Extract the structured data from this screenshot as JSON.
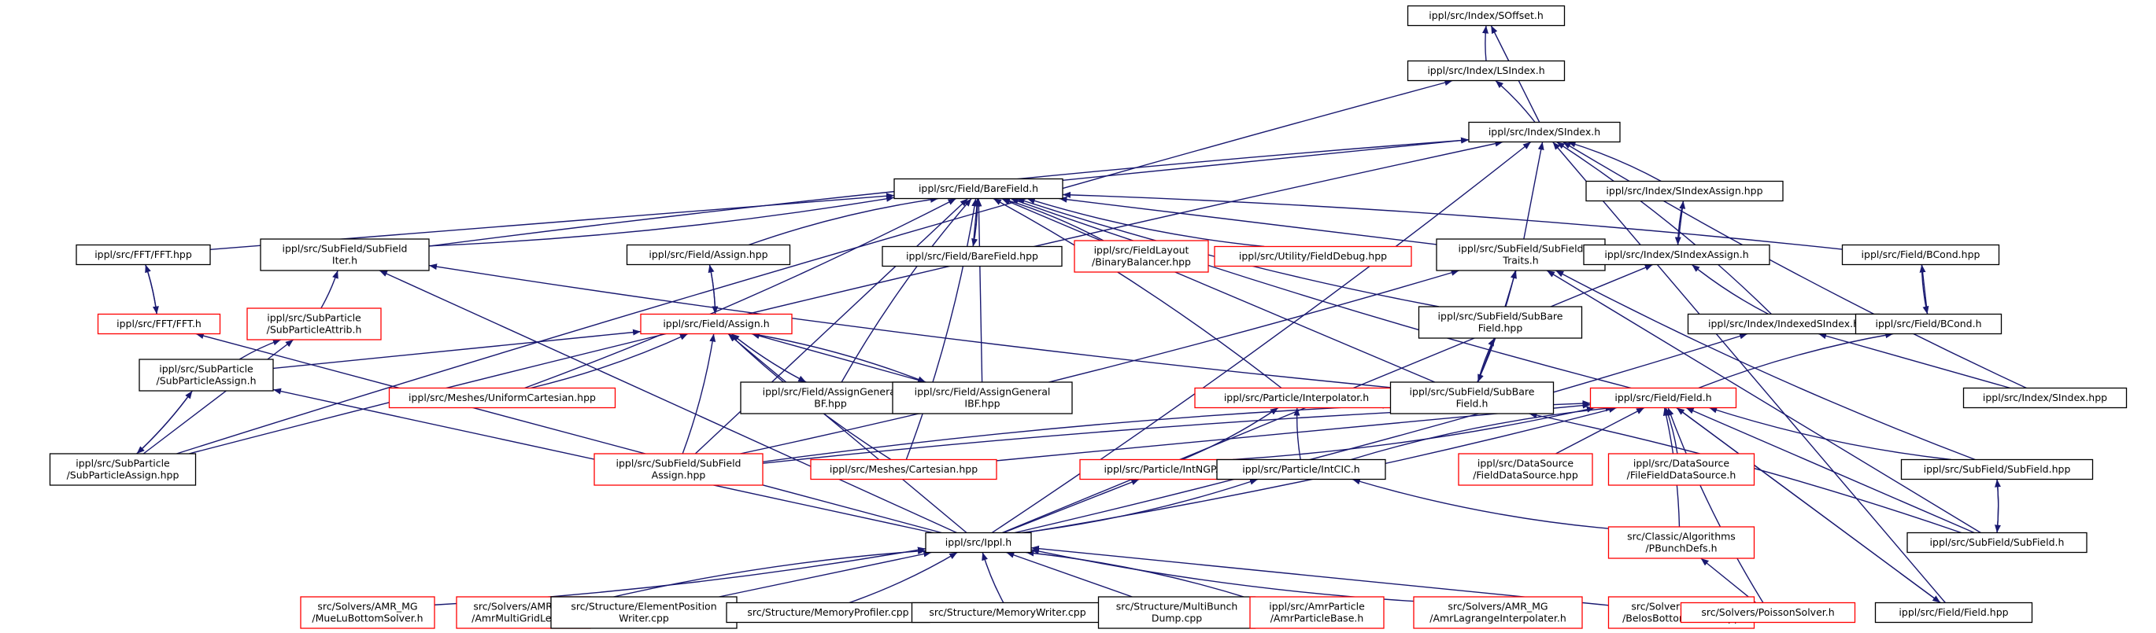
{
  "colors": {
    "edge": "#191970",
    "border_normal": "#000000",
    "border_missing": "#ff0000",
    "focus_fill": "#bfbfbf",
    "node_fill": "#ffffff"
  },
  "nodes": [
    {
      "id": "soffset",
      "lines": [
        "ippl/src/Index/SOffset.h"
      ],
      "status": "focus"
    },
    {
      "id": "lsindex",
      "lines": [
        "ippl/src/Index/LSIndex.h"
      ],
      "status": "normal"
    },
    {
      "id": "sindex",
      "lines": [
        "ippl/src/Index/SIndex.h"
      ],
      "status": "normal"
    },
    {
      "id": "barefield",
      "lines": [
        "ippl/src/Field/BareField.h"
      ],
      "status": "normal"
    },
    {
      "id": "sindexassign_hpp",
      "lines": [
        "ippl/src/Index/SIndexAssign.hpp"
      ],
      "status": "normal"
    },
    {
      "id": "fft_hpp",
      "lines": [
        "ippl/src/FFT/FFT.hpp"
      ],
      "status": "normal"
    },
    {
      "id": "subfielditer",
      "lines": [
        "ippl/src/SubField/SubField",
        "Iter.h"
      ],
      "status": "normal"
    },
    {
      "id": "assign_hpp",
      "lines": [
        "ippl/src/Field/Assign.hpp"
      ],
      "status": "normal"
    },
    {
      "id": "barefield_hpp",
      "lines": [
        "ippl/src/Field/BareField.hpp"
      ],
      "status": "normal"
    },
    {
      "id": "binarybalancer",
      "lines": [
        "ippl/src/FieldLayout",
        "/BinaryBalancer.hpp"
      ],
      "status": "missing"
    },
    {
      "id": "fielddebug",
      "lines": [
        "ippl/src/Utility/FieldDebug.hpp"
      ],
      "status": "missing"
    },
    {
      "id": "subfieldtraits",
      "lines": [
        "ippl/src/SubField/SubField",
        "Traits.h"
      ],
      "status": "normal"
    },
    {
      "id": "sindexassign_h",
      "lines": [
        "ippl/src/Index/SIndexAssign.h"
      ],
      "status": "normal"
    },
    {
      "id": "bcond_hpp",
      "lines": [
        "ippl/src/Field/BCond.hpp"
      ],
      "status": "normal"
    },
    {
      "id": "fft_h",
      "lines": [
        "ippl/src/FFT/FFT.h"
      ],
      "status": "missing"
    },
    {
      "id": "subparticleattrib",
      "lines": [
        "ippl/src/SubParticle",
        "/SubParticleAttrib.h"
      ],
      "status": "missing"
    },
    {
      "id": "assign_h",
      "lines": [
        "ippl/src/Field/Assign.h"
      ],
      "status": "missing"
    },
    {
      "id": "subbarefield_hpp",
      "lines": [
        "ippl/src/SubField/SubBare",
        "Field.hpp"
      ],
      "status": "normal"
    },
    {
      "id": "indexedsindex",
      "lines": [
        "ippl/src/Index/IndexedSIndex.h"
      ],
      "status": "normal"
    },
    {
      "id": "bcond_h",
      "lines": [
        "ippl/src/Field/BCond.h"
      ],
      "status": "normal"
    },
    {
      "id": "subparticleassign_h",
      "lines": [
        "ippl/src/SubParticle",
        "/SubParticleAssign.h"
      ],
      "status": "normal"
    },
    {
      "id": "uniformcartesian",
      "lines": [
        "ippl/src/Meshes/UniformCartesian.hpp"
      ],
      "status": "missing"
    },
    {
      "id": "assigngeneralbf",
      "lines": [
        "ippl/src/Field/AssignGeneral",
        "BF.hpp"
      ],
      "status": "normal"
    },
    {
      "id": "assigngeneralibf",
      "lines": [
        "ippl/src/Field/AssignGeneral",
        "IBF.hpp"
      ],
      "status": "normal"
    },
    {
      "id": "interpolator",
      "lines": [
        "ippl/src/Particle/Interpolator.h"
      ],
      "status": "missing"
    },
    {
      "id": "subbarefield_h",
      "lines": [
        "ippl/src/SubField/SubBare",
        "Field.h"
      ],
      "status": "normal"
    },
    {
      "id": "field_h",
      "lines": [
        "ippl/src/Field/Field.h"
      ],
      "status": "missing"
    },
    {
      "id": "sindex_hpp",
      "lines": [
        "ippl/src/Index/SIndex.hpp"
      ],
      "status": "normal"
    },
    {
      "id": "subparticleassign_hpp",
      "lines": [
        "ippl/src/SubParticle",
        "/SubParticleAssign.hpp"
      ],
      "status": "normal"
    },
    {
      "id": "subfieldassign",
      "lines": [
        "ippl/src/SubField/SubField",
        "Assign.hpp"
      ],
      "status": "missing"
    },
    {
      "id": "cartesian",
      "lines": [
        "ippl/src/Meshes/Cartesian.hpp"
      ],
      "status": "missing"
    },
    {
      "id": "intngp",
      "lines": [
        "ippl/src/Particle/IntNGP.h"
      ],
      "status": "missing"
    },
    {
      "id": "intcic",
      "lines": [
        "ippl/src/Particle/IntCIC.h"
      ],
      "status": "normal"
    },
    {
      "id": "fielddatasource",
      "lines": [
        "ippl/src/DataSource",
        "/FieldDataSource.hpp"
      ],
      "status": "missing"
    },
    {
      "id": "filefielddatasource",
      "lines": [
        "ippl/src/DataSource",
        "/FileFieldDataSource.h"
      ],
      "status": "missing"
    },
    {
      "id": "subfield_hpp",
      "lines": [
        "ippl/src/SubField/SubField.hpp"
      ],
      "status": "normal"
    },
    {
      "id": "ippl_h",
      "lines": [
        "ippl/src/Ippl.h"
      ],
      "status": "normal"
    },
    {
      "id": "pbunchdefs",
      "lines": [
        "src/Classic/Algorithms",
        "/PBunchDefs.h"
      ],
      "status": "missing"
    },
    {
      "id": "subfield_h",
      "lines": [
        "ippl/src/SubField/SubField.h"
      ],
      "status": "normal"
    },
    {
      "id": "mlbottomsolver",
      "lines": [
        "src/Solvers/AMR_MG",
        "/MueLuBottomSolver.h"
      ],
      "status": "missing"
    },
    {
      "id": "amrmultigridlevel",
      "lines": [
        "src/Solvers/AMR_MG",
        "/AmrMultiGridLevel.h"
      ],
      "status": "missing"
    },
    {
      "id": "elementposwriter",
      "lines": [
        "src/Structure/ElementPosition",
        "Writer.cpp"
      ],
      "status": "normal"
    },
    {
      "id": "memoryprofiler",
      "lines": [
        "src/Structure/MemoryProfiler.cpp"
      ],
      "status": "normal"
    },
    {
      "id": "memorywriter",
      "lines": [
        "src/Structure/MemoryWriter.cpp"
      ],
      "status": "normal"
    },
    {
      "id": "multibunchdump",
      "lines": [
        "src/Structure/MultiBunch",
        "Dump.cpp"
      ],
      "status": "normal"
    },
    {
      "id": "amrparticlebase",
      "lines": [
        "ippl/src/AmrParticle",
        "/AmrParticleBase.h"
      ],
      "status": "missing"
    },
    {
      "id": "amrlagrange",
      "lines": [
        "src/Solvers/AMR_MG",
        "/AmrLagrangeInterpolater.h"
      ],
      "status": "missing"
    },
    {
      "id": "belosbottomsolver",
      "lines": [
        "src/Solvers/AMR_MG",
        "/BelosBottomSolver.hpp"
      ],
      "status": "missing"
    },
    {
      "id": "poissonsolver",
      "lines": [
        "src/Solvers/PoissonSolver.h"
      ],
      "status": "missing"
    },
    {
      "id": "field_hpp",
      "lines": [
        "ippl/src/Field/Field.hpp"
      ],
      "status": "normal"
    }
  ],
  "edges": [
    {
      "from": "soffset",
      "to": "lsindex"
    },
    {
      "from": "soffset",
      "to": "sindex"
    },
    {
      "from": "lsindex",
      "to": "sindex"
    },
    {
      "from": "lsindex",
      "to": "subparticleassign_hpp"
    },
    {
      "from": "sindex",
      "to": "barefield"
    },
    {
      "from": "sindex",
      "to": "sindexassign_hpp"
    },
    {
      "from": "sindex",
      "to": "subfielditer"
    },
    {
      "from": "sindex",
      "to": "subfieldtraits"
    },
    {
      "from": "sindex",
      "to": "indexedsindex"
    },
    {
      "from": "sindex",
      "to": "sindex_hpp"
    },
    {
      "from": "sindex",
      "to": "field_hpp"
    },
    {
      "from": "sindex",
      "to": "ippl_h"
    },
    {
      "from": "sindex",
      "to": "subparticleassign_hpp"
    },
    {
      "from": "barefield",
      "to": "fft_hpp"
    },
    {
      "from": "barefield",
      "to": "subfielditer"
    },
    {
      "from": "barefield",
      "to": "assign_hpp"
    },
    {
      "from": "barefield",
      "to": "barefield_hpp"
    },
    {
      "from": "barefield",
      "to": "binarybalancer"
    },
    {
      "from": "barefield",
      "to": "fielddebug"
    },
    {
      "from": "barefield",
      "to": "subfieldtraits"
    },
    {
      "from": "barefield",
      "to": "bcond_hpp"
    },
    {
      "from": "barefield",
      "to": "subbarefield_hpp"
    },
    {
      "from": "barefield",
      "to": "subbarefield_h"
    },
    {
      "from": "barefield",
      "to": "uniformcartesian"
    },
    {
      "from": "barefield",
      "to": "assigngeneralbf"
    },
    {
      "from": "barefield",
      "to": "assigngeneralibf"
    },
    {
      "from": "barefield",
      "to": "interpolator"
    },
    {
      "from": "barefield",
      "to": "field_h"
    },
    {
      "from": "barefield",
      "to": "subfieldassign"
    },
    {
      "from": "barefield",
      "to": "cartesian"
    },
    {
      "from": "barefield_hpp",
      "to": "barefield"
    },
    {
      "from": "sindexassign_hpp",
      "to": "sindexassign_h"
    },
    {
      "from": "sindexassign_h",
      "to": "sindexassign_hpp"
    },
    {
      "from": "sindexassign_h",
      "to": "indexedsindex"
    },
    {
      "from": "sindexassign_h",
      "to": "ippl_h"
    },
    {
      "from": "fft_hpp",
      "to": "fft_h"
    },
    {
      "from": "fft_h",
      "to": "fft_hpp"
    },
    {
      "from": "fft_h",
      "to": "ippl_h"
    },
    {
      "from": "subfielditer",
      "to": "subparticleattrib"
    },
    {
      "from": "subfielditer",
      "to": "subbarefield_h"
    },
    {
      "from": "subfielditer",
      "to": "ippl_h"
    },
    {
      "from": "assign_hpp",
      "to": "assign_h"
    },
    {
      "from": "assign_h",
      "to": "assign_hpp"
    },
    {
      "from": "assign_h",
      "to": "subparticleassign_h"
    },
    {
      "from": "assign_h",
      "to": "uniformcartesian"
    },
    {
      "from": "assign_h",
      "to": "assigngeneralbf"
    },
    {
      "from": "assign_h",
      "to": "assigngeneralibf"
    },
    {
      "from": "assign_h",
      "to": "subfieldassign"
    },
    {
      "from": "assign_h",
      "to": "cartesian"
    },
    {
      "from": "assign_h",
      "to": "ippl_h"
    },
    {
      "from": "assigngeneralbf",
      "to": "assign_h"
    },
    {
      "from": "assigngeneralibf",
      "to": "assign_h"
    },
    {
      "from": "subfieldtraits",
      "to": "subbarefield_hpp"
    },
    {
      "from": "subfieldtraits",
      "to": "subbarefield_h"
    },
    {
      "from": "subfieldtraits",
      "to": "subfield_hpp"
    },
    {
      "from": "subfieldtraits",
      "to": "subfield_h"
    },
    {
      "from": "subfieldtraits",
      "to": "subfieldassign"
    },
    {
      "from": "subbarefield_hpp",
      "to": "subbarefield_h"
    },
    {
      "from": "subbarefield_h",
      "to": "subbarefield_hpp"
    },
    {
      "from": "subbarefield_h",
      "to": "subfield_h"
    },
    {
      "from": "subbarefield_h",
      "to": "subfieldassign"
    },
    {
      "from": "bcond_hpp",
      "to": "bcond_h"
    },
    {
      "from": "bcond_h",
      "to": "bcond_hpp"
    },
    {
      "from": "bcond_h",
      "to": "field_h"
    },
    {
      "from": "indexedsindex",
      "to": "sindex_hpp"
    },
    {
      "from": "indexedsindex",
      "to": "ippl_h"
    },
    {
      "from": "subparticleattrib",
      "to": "subparticleassign_h"
    },
    {
      "from": "subparticleattrib",
      "to": "subparticleassign_hpp"
    },
    {
      "from": "subparticleassign_h",
      "to": "subparticleassign_hpp"
    },
    {
      "from": "subparticleassign_hpp",
      "to": "subparticleassign_h"
    },
    {
      "from": "subparticleassign_h",
      "to": "ippl_h"
    },
    {
      "from": "interpolator",
      "to": "intngp"
    },
    {
      "from": "interpolator",
      "to": "intcic"
    },
    {
      "from": "intngp",
      "to": "ippl_h"
    },
    {
      "from": "intcic",
      "to": "ippl_h"
    },
    {
      "from": "intcic",
      "to": "pbunchdefs"
    },
    {
      "from": "field_h",
      "to": "cartesian"
    },
    {
      "from": "field_h",
      "to": "intngp"
    },
    {
      "from": "field_h",
      "to": "intcic"
    },
    {
      "from": "field_h",
      "to": "fielddatasource"
    },
    {
      "from": "field_h",
      "to": "filefielddatasource"
    },
    {
      "from": "field_h",
      "to": "subfield_hpp"
    },
    {
      "from": "field_h",
      "to": "subfield_h"
    },
    {
      "from": "field_h",
      "to": "pbunchdefs"
    },
    {
      "from": "field_h",
      "to": "poissonsolver"
    },
    {
      "from": "field_h",
      "to": "field_hpp"
    },
    {
      "from": "field_h",
      "to": "ippl_h"
    },
    {
      "from": "field_h",
      "to": "subfieldassign"
    },
    {
      "from": "field_hpp",
      "to": "field_h"
    },
    {
      "from": "subfield_hpp",
      "to": "subfield_h"
    },
    {
      "from": "subfield_h",
      "to": "subfield_hpp"
    },
    {
      "from": "pbunchdefs",
      "to": "poissonsolver"
    },
    {
      "from": "ippl_h",
      "to": "mlbottomsolver"
    },
    {
      "from": "ippl_h",
      "to": "amrmultigridlevel"
    },
    {
      "from": "ippl_h",
      "to": "elementposwriter"
    },
    {
      "from": "ippl_h",
      "to": "memoryprofiler"
    },
    {
      "from": "ippl_h",
      "to": "memorywriter"
    },
    {
      "from": "ippl_h",
      "to": "multibunchdump"
    },
    {
      "from": "ippl_h",
      "to": "amrparticlebase"
    },
    {
      "from": "ippl_h",
      "to": "amrlagrange"
    },
    {
      "from": "ippl_h",
      "to": "belosbottomsolver"
    }
  ]
}
